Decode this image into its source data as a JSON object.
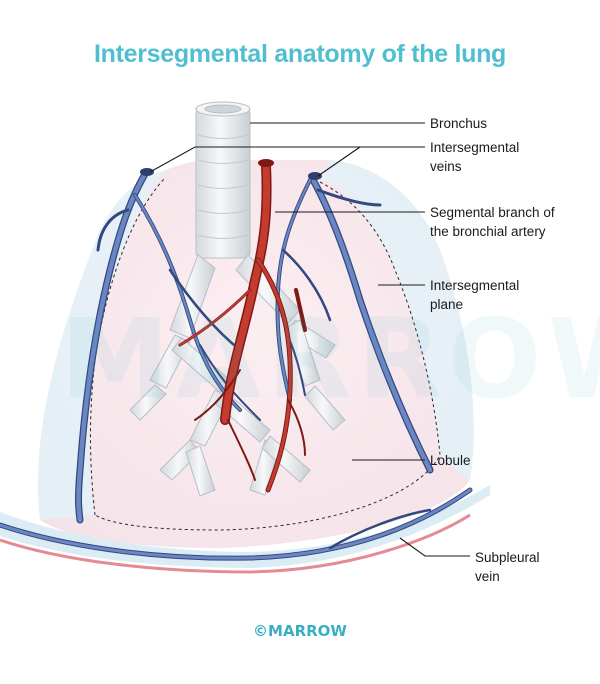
{
  "title": "Intersegmental anatomy of the lung",
  "labels": {
    "bronchus": "Bronchus",
    "intersegmental_veins_1": "Intersegmental",
    "intersegmental_veins_2": "veins",
    "segmental_branch_1": "Segmental branch of",
    "segmental_branch_2": "the bronchial artery",
    "intersegmental_plane_1": "Intersegmental",
    "intersegmental_plane_2": "plane",
    "lobule": "Lobule",
    "subpleural_vein_1": "Subpleural",
    "subpleural_vein_2": "vein"
  },
  "watermark": "MARROW",
  "brand": "©MARROW",
  "colors": {
    "title": "#4fbfcf",
    "vein": "#6b86c2",
    "vein_dark": "#33487f",
    "artery": "#c43b30",
    "artery_dark": "#7e1a14",
    "bronchus": "#e6e9ec",
    "lung_tissue": "#f6e6ea",
    "pleura_edge": "#d9eef5",
    "pleura_line": "#e48a92",
    "brand": "#3aaec2"
  }
}
